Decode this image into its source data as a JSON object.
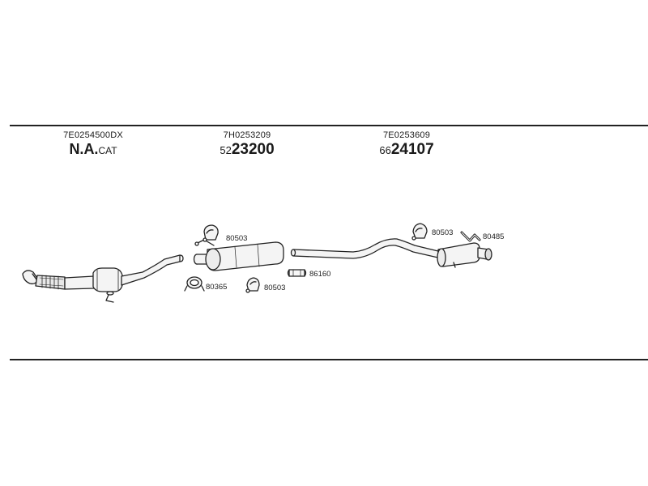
{
  "sections": [
    {
      "part_number": "7E0254500DX",
      "title_bold": "N.A.",
      "title_rest": "CAT"
    },
    {
      "part_number": "7H0253209",
      "ref_prefix": "52",
      "ref_main": "23200"
    },
    {
      "part_number": "7E0253609",
      "ref_prefix": "66",
      "ref_main": "24107"
    }
  ],
  "callouts": {
    "clamp_front_muffler_top": "80503",
    "ring_clamp": "80365",
    "clamp_front_muffler_bottom": "80503",
    "connector_sleeve": "86160",
    "clamp_rear": "80503",
    "rubber_hanger": "80485"
  },
  "colors": {
    "line": "#222222",
    "part_fill": "#f4f4f4",
    "part_shadow": "#9a9a9a"
  }
}
